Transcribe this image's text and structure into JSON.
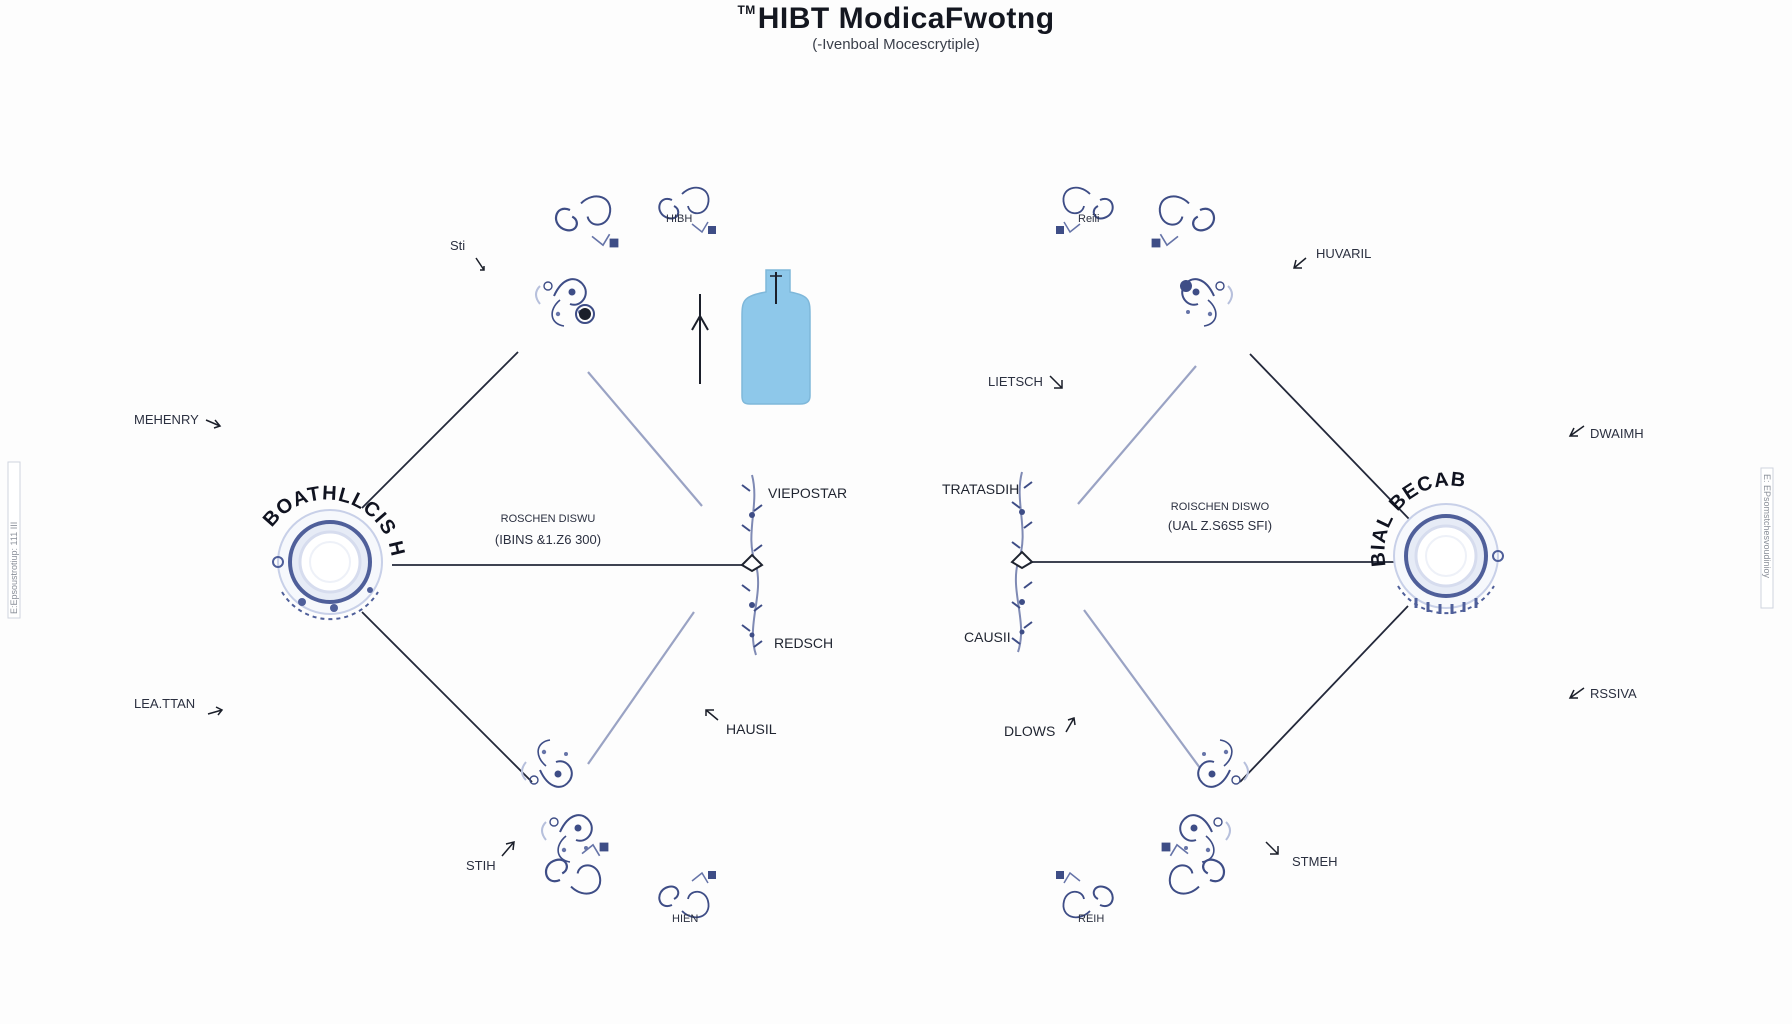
{
  "header": {
    "title_prefix": "TM",
    "title": "HIBT ModicaFwotng",
    "subtitle": "(-Ivenboal Mocescrytiple)"
  },
  "labels": {
    "left": {
      "sti_top": "Sti",
      "mehenry": "MEHENRY",
      "lea_ttan": "LEA.TTAN",
      "stih_bottom": "STIH",
      "hibt_top": "HIBH",
      "hibt_bottom": "HIEN",
      "viepostar": "VIEPOSTAR",
      "redsch": "REDSCH",
      "hausil": "HAUSIL",
      "center_line1": "ROSCHEN DISWU",
      "center_line2": "(IBINS &1.Z6 300)",
      "hub_title": "BOATHLLCIS HI"
    },
    "right": {
      "reili": "Reili",
      "huvaril": "HUVARIL",
      "lietsch": "LIETSCH",
      "dwaimh": "DWAIMH",
      "tratasdih": "TRATASDIH",
      "causi": "CAUSII",
      "dlows": "DLOWS",
      "rssiva": "RSSIVA",
      "stmeh": "STMEH",
      "reih_bottom": "REIH",
      "center_line1": "ROISCHEN DISWO",
      "center_line2": "(UAL Z.S6S5 SFI)",
      "hub_title": "BIAL BECAB"
    },
    "side_tab_left": "E:Epsoustrotiup: 111 III",
    "side_tab_right": "E: EPsomstchesvoudinioy"
  },
  "colors": {
    "line": "#23283a",
    "line_soft": "#9aa3c4",
    "hub_ring": "#4f5f9a",
    "hub_fill": "#e6ebf6",
    "bottle": "#8ec8ea",
    "ornament": "#3e4d86",
    "ornament_light": "#b7c0dc"
  },
  "icons": {
    "hub": "circular-emblem-icon",
    "bottle": "bottle-icon",
    "arrow": "arrow-up-icon",
    "ornament": "floral-ornament-icon",
    "connector": "bead-chain-connector-icon"
  }
}
